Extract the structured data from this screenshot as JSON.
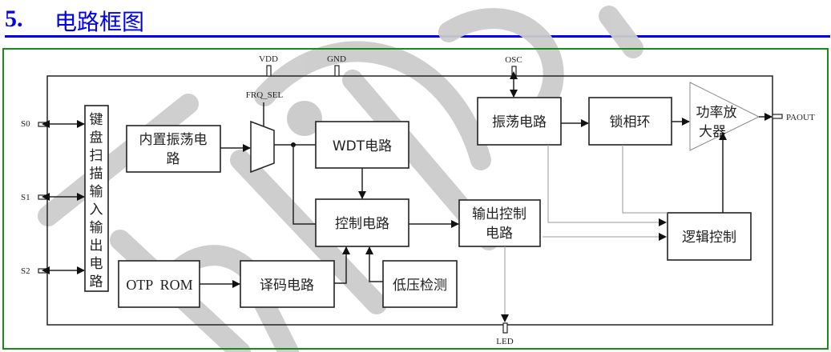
{
  "heading": {
    "number": "5.",
    "title": "电路框图"
  },
  "colors": {
    "heading": "#0000ee",
    "frame": "#1a8a1a",
    "watermark": "#cccccc"
  },
  "pins": {
    "vdd": "VDD",
    "gnd": "GND",
    "osc": "OSC",
    "frq_sel": "FRQ_SEL",
    "s0": "S0",
    "s1": "S1",
    "s2": "S2",
    "paout": "PAOUT",
    "led": "LED"
  },
  "blocks": {
    "keyboard_io": [
      "键",
      "盘",
      "扫",
      "描",
      "输",
      "入",
      "输",
      "出",
      "电",
      "路"
    ],
    "internal_osc": [
      "内置振荡电",
      "路"
    ],
    "wdt": "WDT电路",
    "control": "控制电路",
    "output_control": [
      "输出控制",
      "电路"
    ],
    "otp_rom": "OTP  ROM",
    "decoder": "译码电路",
    "low_voltage": "低压检测",
    "oscillator": "振荡电路",
    "pll": "锁相环",
    "power_amp": [
      "功率放",
      "大器"
    ],
    "logic_control": "逻辑控制"
  }
}
